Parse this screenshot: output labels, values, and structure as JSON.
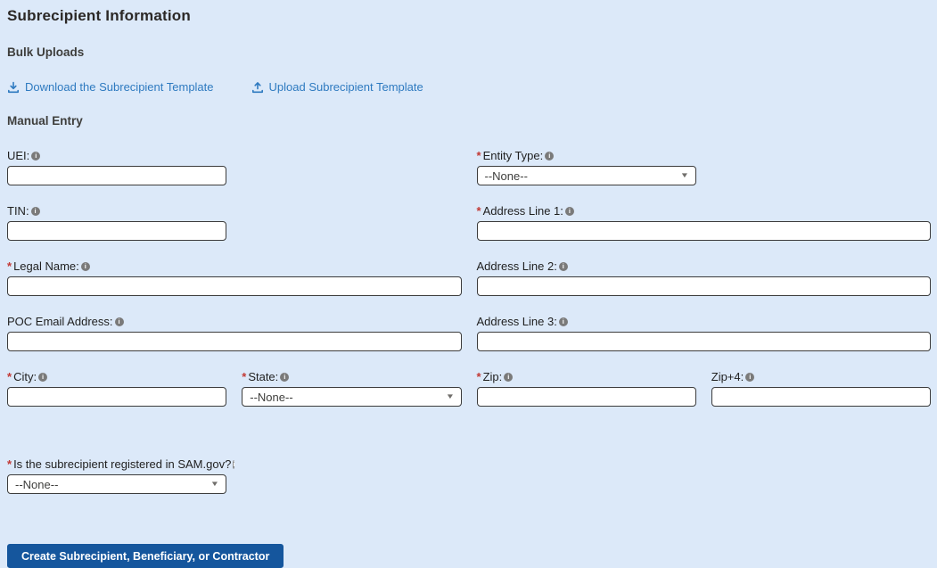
{
  "header": {
    "title": "Subrecipient Information"
  },
  "bulk_uploads": {
    "heading": "Bulk Uploads",
    "download_link": "Download the Subrecipient Template",
    "upload_link": "Upload Subrecipient Template"
  },
  "manual_entry": {
    "heading": "Manual Entry"
  },
  "ui": {
    "required_marker": "*",
    "info_glyph": "i",
    "select_caret": "▼"
  },
  "fields": {
    "uei": {
      "label": "UEI:",
      "required": false,
      "value": ""
    },
    "entity_type": {
      "label": "Entity Type:",
      "required": true,
      "value": "--None--"
    },
    "tin": {
      "label": "TIN:",
      "required": false,
      "value": ""
    },
    "address1": {
      "label": "Address Line 1:",
      "required": true,
      "value": ""
    },
    "legal_name": {
      "label": "Legal Name:",
      "required": true,
      "value": ""
    },
    "address2": {
      "label": "Address Line 2:",
      "required": false,
      "value": ""
    },
    "poc_email": {
      "label": "POC Email Address:",
      "required": false,
      "value": ""
    },
    "address3": {
      "label": "Address Line 3:",
      "required": false,
      "value": ""
    },
    "city": {
      "label": "City:",
      "required": true,
      "value": ""
    },
    "state": {
      "label": "State:",
      "required": true,
      "value": "--None--"
    },
    "zip": {
      "label": "Zip:",
      "required": true,
      "value": ""
    },
    "zip4": {
      "label": "Zip+4:",
      "required": false,
      "value": ""
    },
    "sam_registered": {
      "label": "Is the subrecipient registered in SAM.gov?",
      "required": true,
      "value": "--None--"
    }
  },
  "actions": {
    "create_button": "Create Subrecipient, Beneficiary, or Contractor"
  },
  "colors": {
    "background": "#dce9f9",
    "link": "#2e7ac0",
    "button": "#15569d",
    "required": "#c23934",
    "input_border": "#3c3c3c"
  }
}
